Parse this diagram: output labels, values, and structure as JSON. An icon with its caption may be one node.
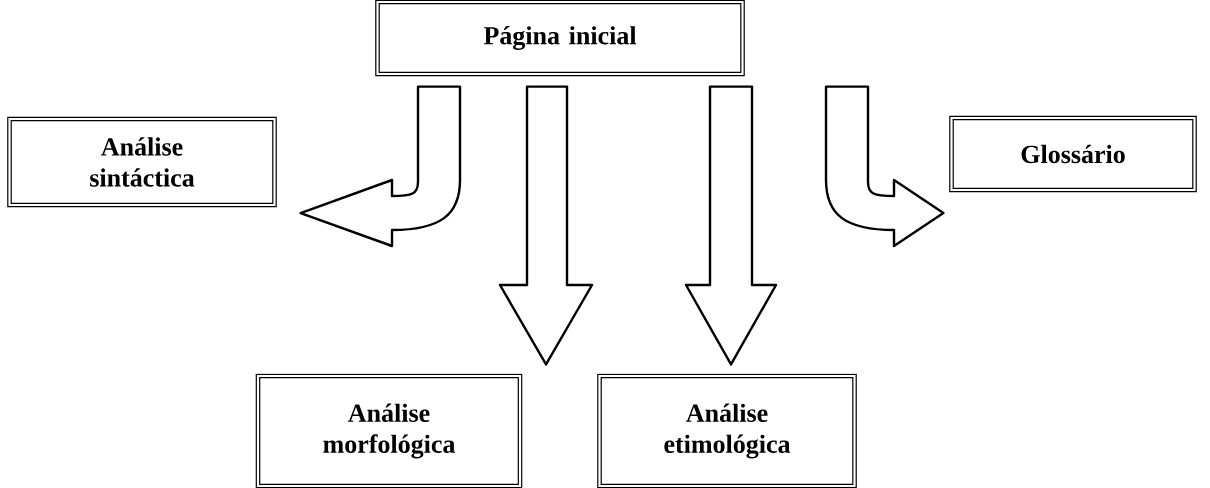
{
  "diagram": {
    "nodes": [
      {
        "text": [
          "Página inicial"
        ]
      },
      {
        "text": [
          "Análise sintáctica"
        ]
      },
      {
        "text": [
          "Glossário"
        ]
      },
      {
        "text": [
          "Análise morfológica"
        ]
      },
      {
        "text": [
          "Análise etimológica"
        ]
      }
    ],
    "edges": [
      {
        "from": 0,
        "to": 1,
        "arrow": "to"
      },
      {
        "from": 0,
        "to": 3,
        "arrow": "to"
      },
      {
        "from": 0,
        "to": 4,
        "arrow": "to"
      },
      {
        "from": 0,
        "to": 2,
        "arrow": "to"
      }
    ]
  }
}
